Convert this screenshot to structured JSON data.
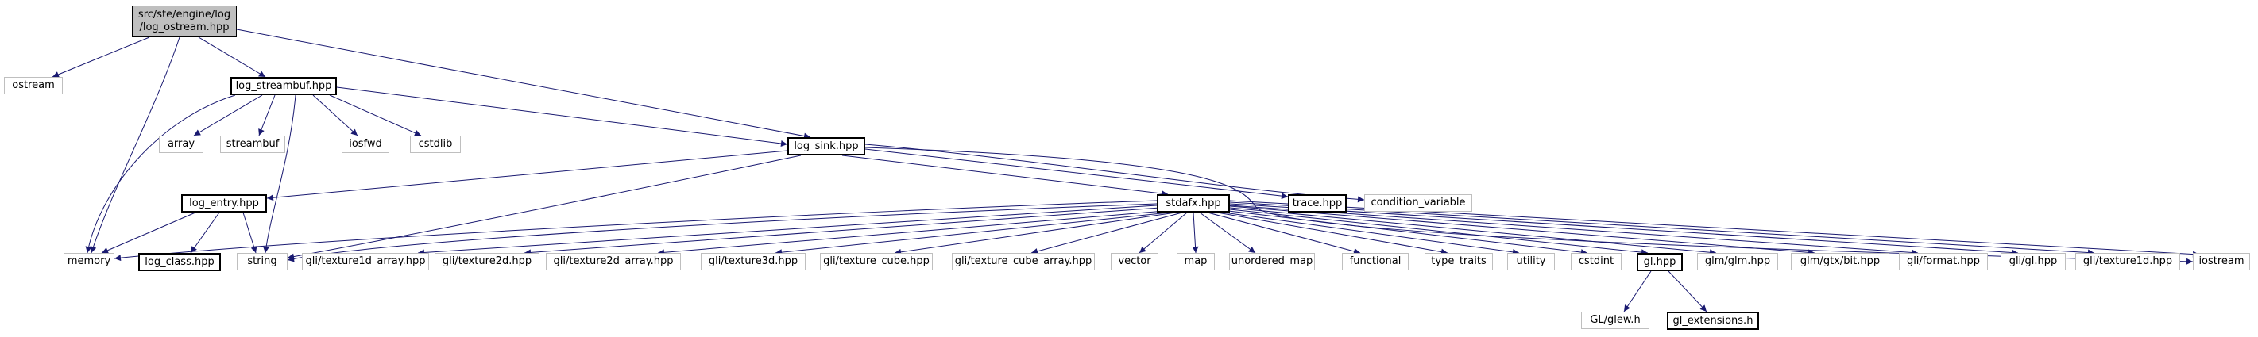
{
  "colors": {
    "edge": "#191970",
    "root_fill": "#bfbfbf",
    "node_border": "#000000",
    "external_border": "#bfbfbf"
  },
  "root": {
    "line1": "src/ste/engine/log",
    "line2": "/log_ostream.hpp"
  },
  "nodes": {
    "ostream": "ostream",
    "log_streambuf": "log_streambuf.hpp",
    "log_sink": "log_sink.hpp",
    "array": "array",
    "streambuf": "streambuf",
    "iosfwd": "iosfwd",
    "cstdlib": "cstdlib",
    "log_entry": "log_entry.hpp",
    "stdafx": "stdafx.hpp",
    "trace": "trace.hpp",
    "condition_variable": "condition_variable",
    "memory": "memory",
    "log_class": "log_class.hpp",
    "string": "string",
    "texture1d_array": "gli/texture1d_array.hpp",
    "texture2d": "gli/texture2d.hpp",
    "texture2d_array": "gli/texture2d_array.hpp",
    "texture3d": "gli/texture3d.hpp",
    "texture_cube": "gli/texture_cube.hpp",
    "texture_cube_array": "gli/texture_cube_array.hpp",
    "vector": "vector",
    "map": "map",
    "unordered_map": "unordered_map",
    "functional": "functional",
    "type_traits": "type_traits",
    "utility": "utility",
    "cstdint": "cstdint",
    "gl_hpp": "gl.hpp",
    "glm": "glm/glm.hpp",
    "glm_bit": "glm/gtx/bit.hpp",
    "format": "gli/format.hpp",
    "gli_gl": "gli/gl.hpp",
    "texture1d": "gli/texture1d.hpp",
    "iostream": "iostream",
    "glew": "GL/glew.h",
    "gl_extensions": "gl_extensions.h"
  }
}
